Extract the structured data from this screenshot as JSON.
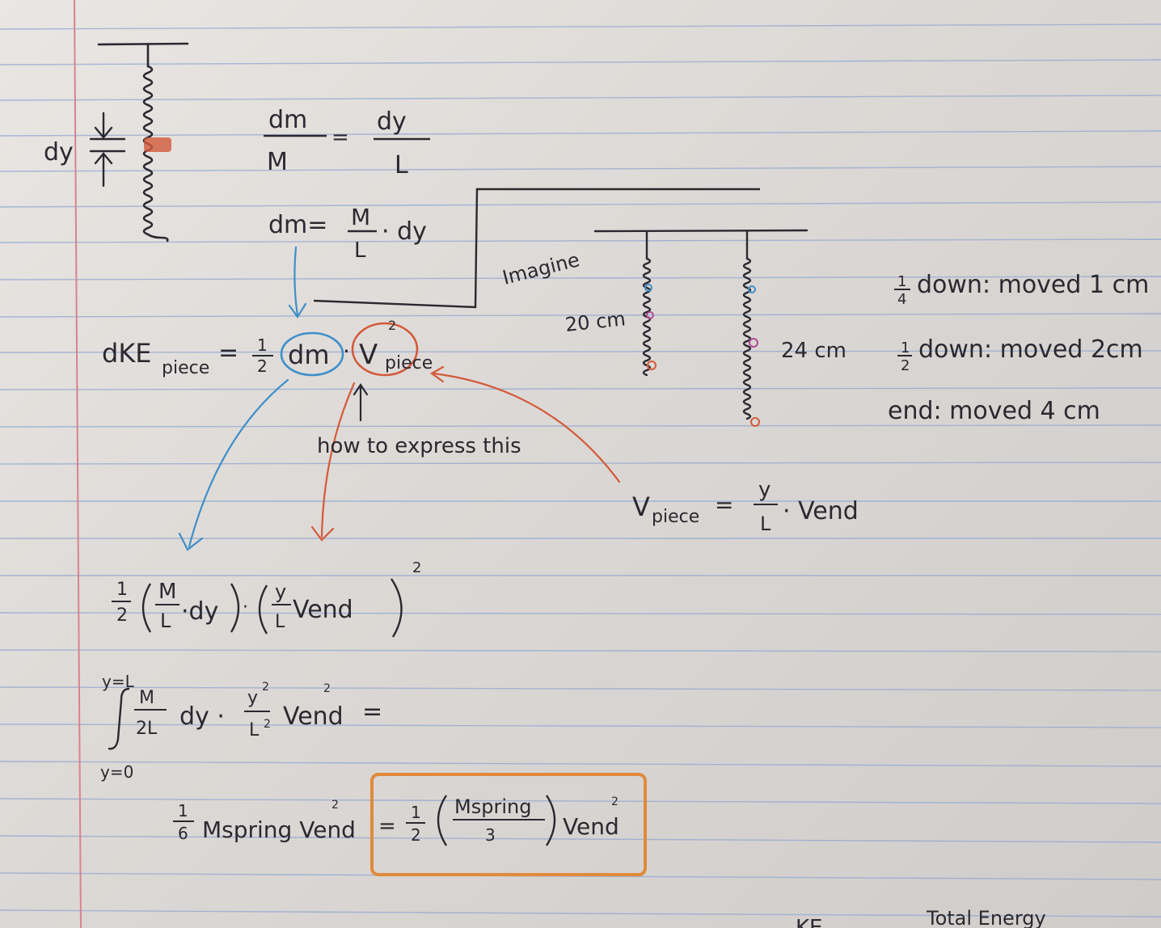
{
  "colors": {
    "paper": "#dcd8d5",
    "rule_blue": "#8fa7cf",
    "margin_red": "#d9828f",
    "ink": "#2b2830",
    "blue_ink": "#3f8fc8",
    "red_ink": "#d25a3a",
    "orange_box": "#e08a3c"
  },
  "left_diagram": {
    "dy_label": "dy"
  },
  "ratio_eq": {
    "num_left": "dm",
    "den_left": "M",
    "num_right": "dy",
    "den_right": "L"
  },
  "dm_eq": {
    "lhs": "dm=",
    "num": "M",
    "den": "L",
    "tail": "· dy"
  },
  "imagine_label": "Imagine",
  "spring_labels": {
    "short": "20 cm",
    "long": "24 cm"
  },
  "side_notes": {
    "quarter": {
      "num": "1",
      "den": "4",
      "text": "down: moved 1 cm"
    },
    "half": {
      "num": "1",
      "den": "2",
      "text": "down: moved 2cm"
    },
    "end": "end: moved 4 cm"
  },
  "dke_eq": {
    "lhs": "dKE",
    "lhs_sub": "piece",
    "eq": "=",
    "half_num": "1",
    "half_den": "2",
    "dm": "dm",
    "dot": "·",
    "v": "V",
    "v_sub": "piece",
    "v_sup": "2"
  },
  "annotation": "how to express this",
  "vpiece_eq": {
    "lhs": "V",
    "lhs_sub": "piece",
    "eq": "=",
    "num": "y",
    "den": "L",
    "tail": "· Vend"
  },
  "expr_line": {
    "half_num": "1",
    "half_den": "2",
    "m_num": "M",
    "m_den": "L",
    "dy": "·dy",
    "y_num": "y",
    "y_den": "L",
    "vend": "Vend",
    "exp": "2"
  },
  "integral_line": {
    "upper": "y=L",
    "lower": "y=0",
    "m_num": "M",
    "m_den": "2L",
    "dy": "dy ·",
    "y_num": "y",
    "y_exp": "2",
    "l_den": "L",
    "l_exp": "2",
    "vend": "Vend",
    "v_exp": "2",
    "eq": "="
  },
  "result_line": {
    "frac_num": "1",
    "frac_den": "6",
    "text": "Mspring Vend",
    "v_exp": "2",
    "eq": "=",
    "half_num": "1",
    "half_den": "2",
    "inner_num": "Mspring",
    "inner_den": "3",
    "vend": "Vend",
    "vend_exp": "2"
  },
  "bottom_partial": {
    "ke": "KE",
    "total": "Total Energy"
  }
}
